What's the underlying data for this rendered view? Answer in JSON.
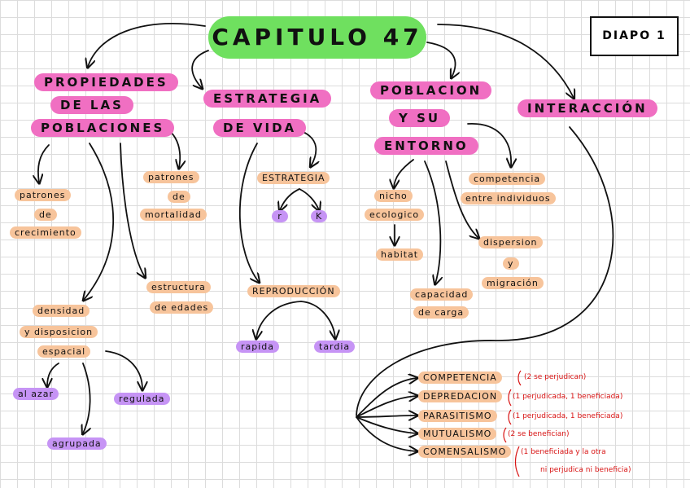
{
  "title": "CAPITULO 47",
  "slide_label": "DIAPO 1",
  "branches": {
    "propiedades": [
      "PROPIEDADES",
      "DE LAS",
      "POBLACIONES"
    ],
    "estrategia": [
      "ESTRATEGIA",
      "DE VIDA"
    ],
    "poblacion": [
      "POBLACION",
      "Y SU",
      "ENTORNO"
    ],
    "interaccion": "INTERACCIÓN"
  },
  "propiedades_items": {
    "patrones_crecimiento": [
      "patrones",
      "de",
      "crecimiento"
    ],
    "patrones_mortalidad": [
      "patrones",
      "de",
      "mortalidad"
    ],
    "estructura_edades": [
      "estructura",
      "de edades"
    ],
    "densidad": [
      "densidad",
      "y disposicion",
      "espacial"
    ],
    "disposicion": [
      "al azar",
      "regulada",
      "agrupada"
    ]
  },
  "estrategia_items": {
    "estrategia": "ESTRATEGIA",
    "r": "r",
    "k": "K",
    "reproduccion": "REPRODUCCIÓN",
    "rapida": "rapida",
    "tardia": "tardia"
  },
  "poblacion_items": {
    "nicho": [
      "nicho",
      "ecologico"
    ],
    "habitat": "habitat",
    "capacidad": [
      "capacidad",
      "de carga"
    ],
    "dispersion": [
      "dispersion",
      "y",
      "migración"
    ],
    "competencia": [
      "competencia",
      "entre individuos"
    ]
  },
  "interacciones": [
    {
      "name": "COMPETENCIA",
      "note": "(2 se perjudican)"
    },
    {
      "name": "DEPREDACION",
      "note": "(1 perjudicada, 1 beneficiada)"
    },
    {
      "name": "PARASITISMO",
      "note": "(1 perjudicada, 1 beneficiada)"
    },
    {
      "name": "MUTUALISMO",
      "note": "(2 se benefician)"
    },
    {
      "name": "COMENSALISMO",
      "note": [
        "(1 beneficiada y la otra",
        "ni perjudica ni beneficia)"
      ]
    }
  ],
  "colors": {
    "green": "#6fe05f",
    "pink": "#f06fc2",
    "peach": "#f7c49b",
    "purple": "#c694f5",
    "red_note": "#d81414"
  }
}
